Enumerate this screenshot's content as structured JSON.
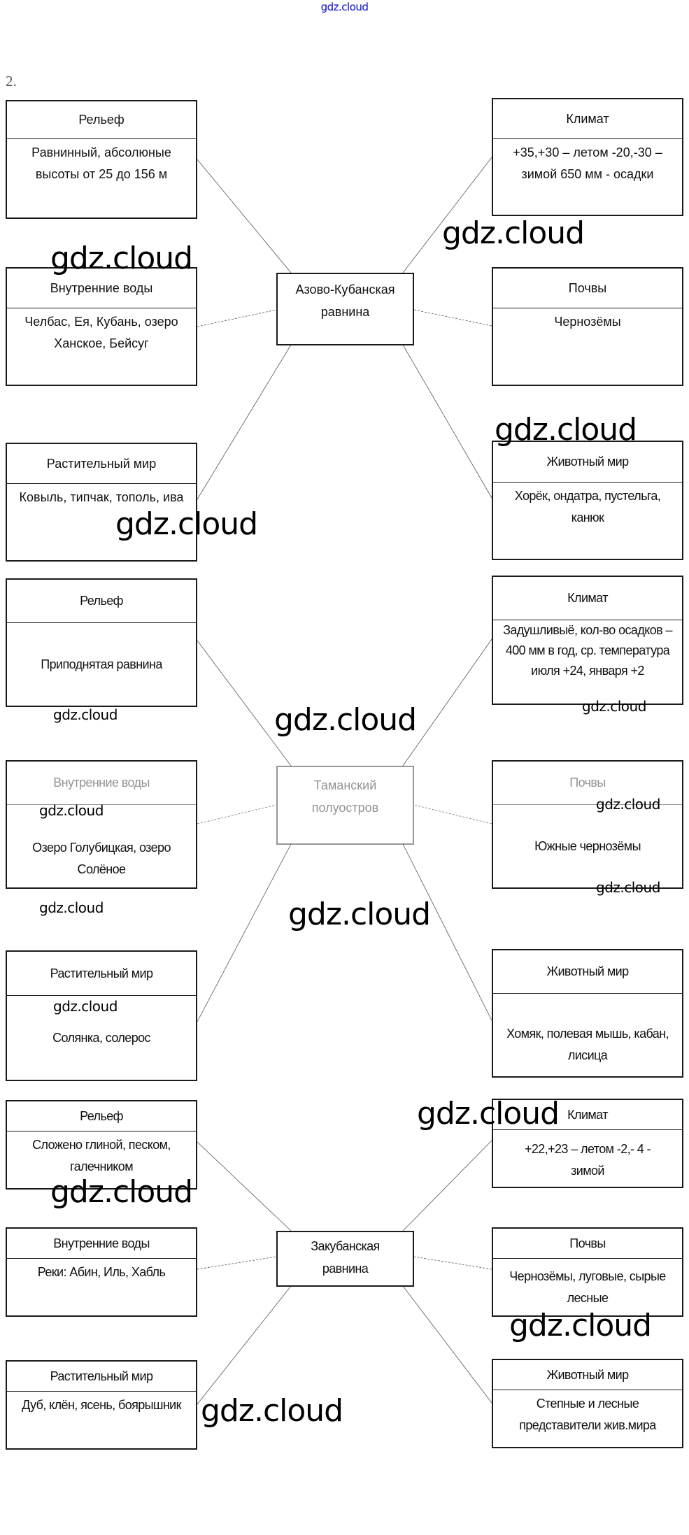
{
  "watermark_top": "gdz.cloud",
  "task_number": "2.",
  "watermark_text": "gdz.cloud",
  "sections": [
    {
      "center": "Азово-Кубанская равнина",
      "left": [
        {
          "title": "Рельеф",
          "content": "Равнинный, абсолюные высоты от 25 до 156 м"
        },
        {
          "title": "Внутренние воды",
          "content": "Челбас, Ея, Кубань, озеро Ханское, Бейсуг"
        },
        {
          "title": "Растительный мир",
          "content": "Ковыль, типчак, тополь, ива"
        }
      ],
      "right": [
        {
          "title": "Климат",
          "content": "+35,+30 – летом -20,-30 – зимой 650 мм - осадки"
        },
        {
          "title": "Почвы",
          "content": "Чернозёмы"
        },
        {
          "title": "Животный мир",
          "content": "Хорёк, ондатра, пустельга, канюк"
        }
      ]
    },
    {
      "center": "Таманский полуостров",
      "left": [
        {
          "title": "Рельеф",
          "content": "Приподнятая равнина"
        },
        {
          "title": "Внутренние воды",
          "content": "Озеро Голубицкая, озеро Солёное"
        },
        {
          "title": "Растительный мир",
          "content": "Солянка, солерос"
        }
      ],
      "right": [
        {
          "title": "Климат",
          "content": "Задушливыё, кол-во осадков – 400 мм в год, ср. температура июля +24, января +2"
        },
        {
          "title": "Почвы",
          "content": "Южные чернозёмы"
        },
        {
          "title": "Животный мир",
          "content": "Хомяк, полевая мышь, кабан, лисица"
        }
      ]
    },
    {
      "center": "Закубанская равнина",
      "left": [
        {
          "title": "Рельеф",
          "content": "Сложено глиной, песком, галечником"
        },
        {
          "title": "Внутренние воды",
          "content": "Реки: Абин, Иль, Хабль"
        },
        {
          "title": "Растительный мир",
          "content": "Дуб, клён, ясень, боярышник"
        }
      ],
      "right": [
        {
          "title": "Климат",
          "content": "+22,+23 – летом -2,- 4 - зимой"
        },
        {
          "title": "Почвы",
          "content": "Чернозёмы, луговые, сырые лесные"
        },
        {
          "title": "Животный мир",
          "content": "Степные и лесные представители жив.мира"
        }
      ]
    }
  ]
}
